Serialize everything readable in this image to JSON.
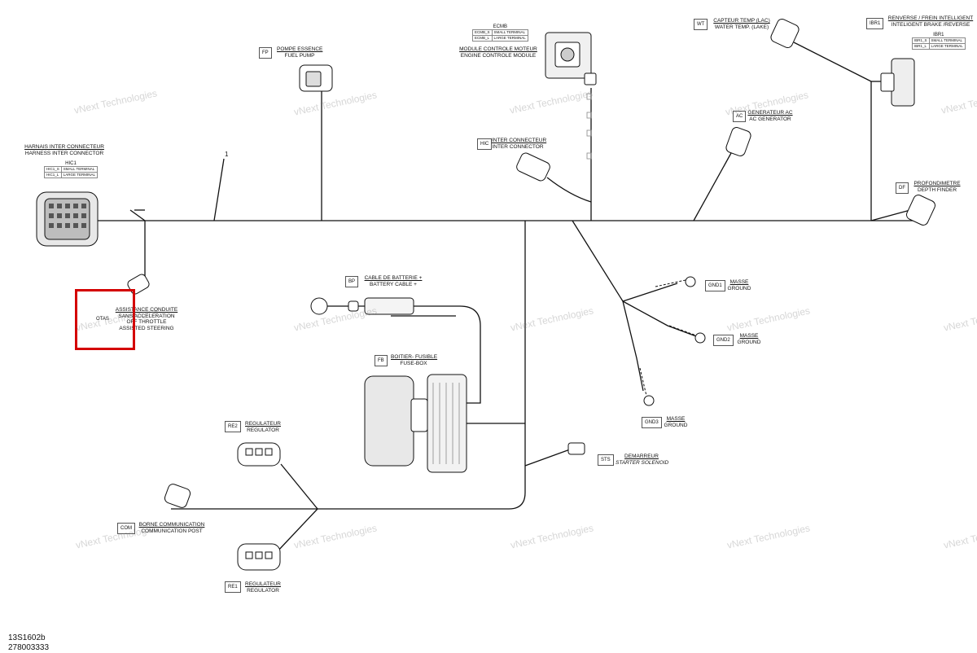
{
  "diagram": {
    "branch_number": "1",
    "doc_ids": [
      "13S1602b",
      "278003333"
    ],
    "watermark": "vNext Technologies",
    "highlight_color": "#d40000"
  },
  "connectors": {
    "hic": {
      "title_fr": "HARNAIS INTER CONNECTEUR",
      "title_en": "HARNESS INTER CONNECTOR",
      "table_title": "HIC1",
      "rows": [
        [
          "HIC1_S",
          "SMALL TERMINAL"
        ],
        [
          "HIC1_L",
          "LARGE TERMINAL"
        ]
      ]
    },
    "fp": {
      "code": "FP",
      "fr": "POMPE ESSENCE",
      "en": "FUEL PUMP"
    },
    "ecmb": {
      "table_title": "ECMB",
      "rows": [
        [
          "ECMB_S",
          "SMALL TERMINAL"
        ],
        [
          "ECMB_L",
          "LARGE TERMINAL"
        ]
      ],
      "fr": "MODULE CONTROLE MOTEUR",
      "en": "ENGINE CONTROLE MODULE"
    },
    "wt": {
      "code": "WT",
      "fr": "CAPTEUR TEMP (LAC)",
      "en": "WATER TEMP. (LAKE)"
    },
    "ibr": {
      "code": "IBR1",
      "fr": "RENVERSE / FREIN INTELLIGENT",
      "en": "INTELIGENT BRAKE /REVERSE",
      "table_title": "IBR1",
      "rows": [
        [
          "IBR1_S",
          "SMALL TERMINAL"
        ],
        [
          "IBR1_L",
          "LARGE TERMINAL"
        ]
      ]
    },
    "ac": {
      "code": "AC",
      "fr": "GENERATEUR AC",
      "en": "AC GENERATOR"
    },
    "hic2": {
      "code": "HIC",
      "fr": "INTER CONNECTEUR",
      "en": "INTER CONNECTOR"
    },
    "df": {
      "code": "DF",
      "fr": "PROFONDIMETRE",
      "en": "DEPTH FINDER"
    },
    "otas": {
      "code": "OTAS",
      "lines": [
        "ASSISTANCE CONDUITE",
        "SANS ACCELERATION",
        "OFF THROTTLE",
        "ASSISTED STEERING"
      ]
    },
    "bp": {
      "code": "BP",
      "fr": "CABLE DE BATTERIE +",
      "en": "BATTERY CABLE +"
    },
    "gnd1": {
      "code": "GND1",
      "fr": "MASSE",
      "en": "GROUND"
    },
    "gnd2": {
      "code": "GND2",
      "fr": "MASSE",
      "en": "GROUND"
    },
    "gnd3": {
      "code": "GND3",
      "fr": "MASSE",
      "en": "GROUND"
    },
    "fb": {
      "code": "FB",
      "fr": "BOITIER- FUSIBLE",
      "en": "FUSE-BOX"
    },
    "re2": {
      "code": "RE2",
      "fr": "REGULATEUR",
      "en": "REGULATOR"
    },
    "re1": {
      "code": "RE1",
      "fr": "REGULATEUR",
      "en": "REGULATOR"
    },
    "sts": {
      "code": "STS",
      "fr": "DEMARREUR",
      "en": "STARTER SOLENOID"
    },
    "com": {
      "code": "COM",
      "fr": "BORNE COMMUNICATION",
      "en": "COMMUNICATION POST"
    }
  }
}
